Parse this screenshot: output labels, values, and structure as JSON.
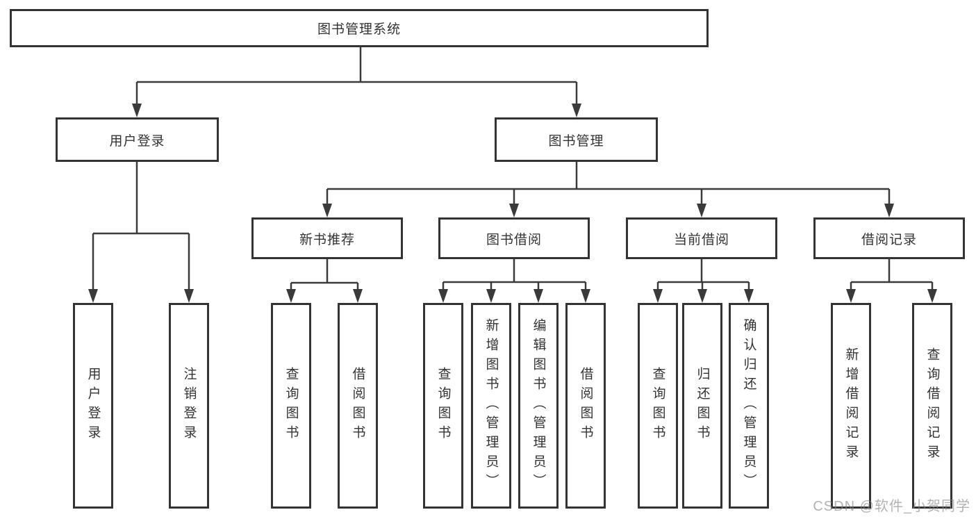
{
  "diagram": {
    "root": {
      "label": "图书管理系统",
      "children": [
        {
          "label": "用户登录",
          "children": [
            {
              "label": "用户登录"
            },
            {
              "label": "注销登录"
            }
          ]
        },
        {
          "label": "图书管理",
          "children": [
            {
              "label": "新书推荐",
              "children": [
                {
                  "label": "查询图书"
                },
                {
                  "label": "借阅图书"
                }
              ]
            },
            {
              "label": "图书借阅",
              "children": [
                {
                  "label": "查询图书"
                },
                {
                  "label": "新增图书（管理员）"
                },
                {
                  "label": "编辑图书（管理员）"
                },
                {
                  "label": "借阅图书"
                }
              ]
            },
            {
              "label": "当前借阅",
              "children": [
                {
                  "label": "查询图书"
                },
                {
                  "label": "归还图书"
                },
                {
                  "label": "确认归还（管理员）"
                }
              ]
            },
            {
              "label": "借阅记录",
              "children": [
                {
                  "label": "新增借阅记录"
                },
                {
                  "label": "查询借阅记录"
                }
              ]
            }
          ]
        }
      ]
    }
  },
  "watermark": {
    "text": "CSDN @软件_小贺同学"
  },
  "colors": {
    "line": "#3a3a3a",
    "border": "#333333",
    "text": "#333333",
    "background": "#ffffff",
    "watermark": "#9e9e9e"
  }
}
